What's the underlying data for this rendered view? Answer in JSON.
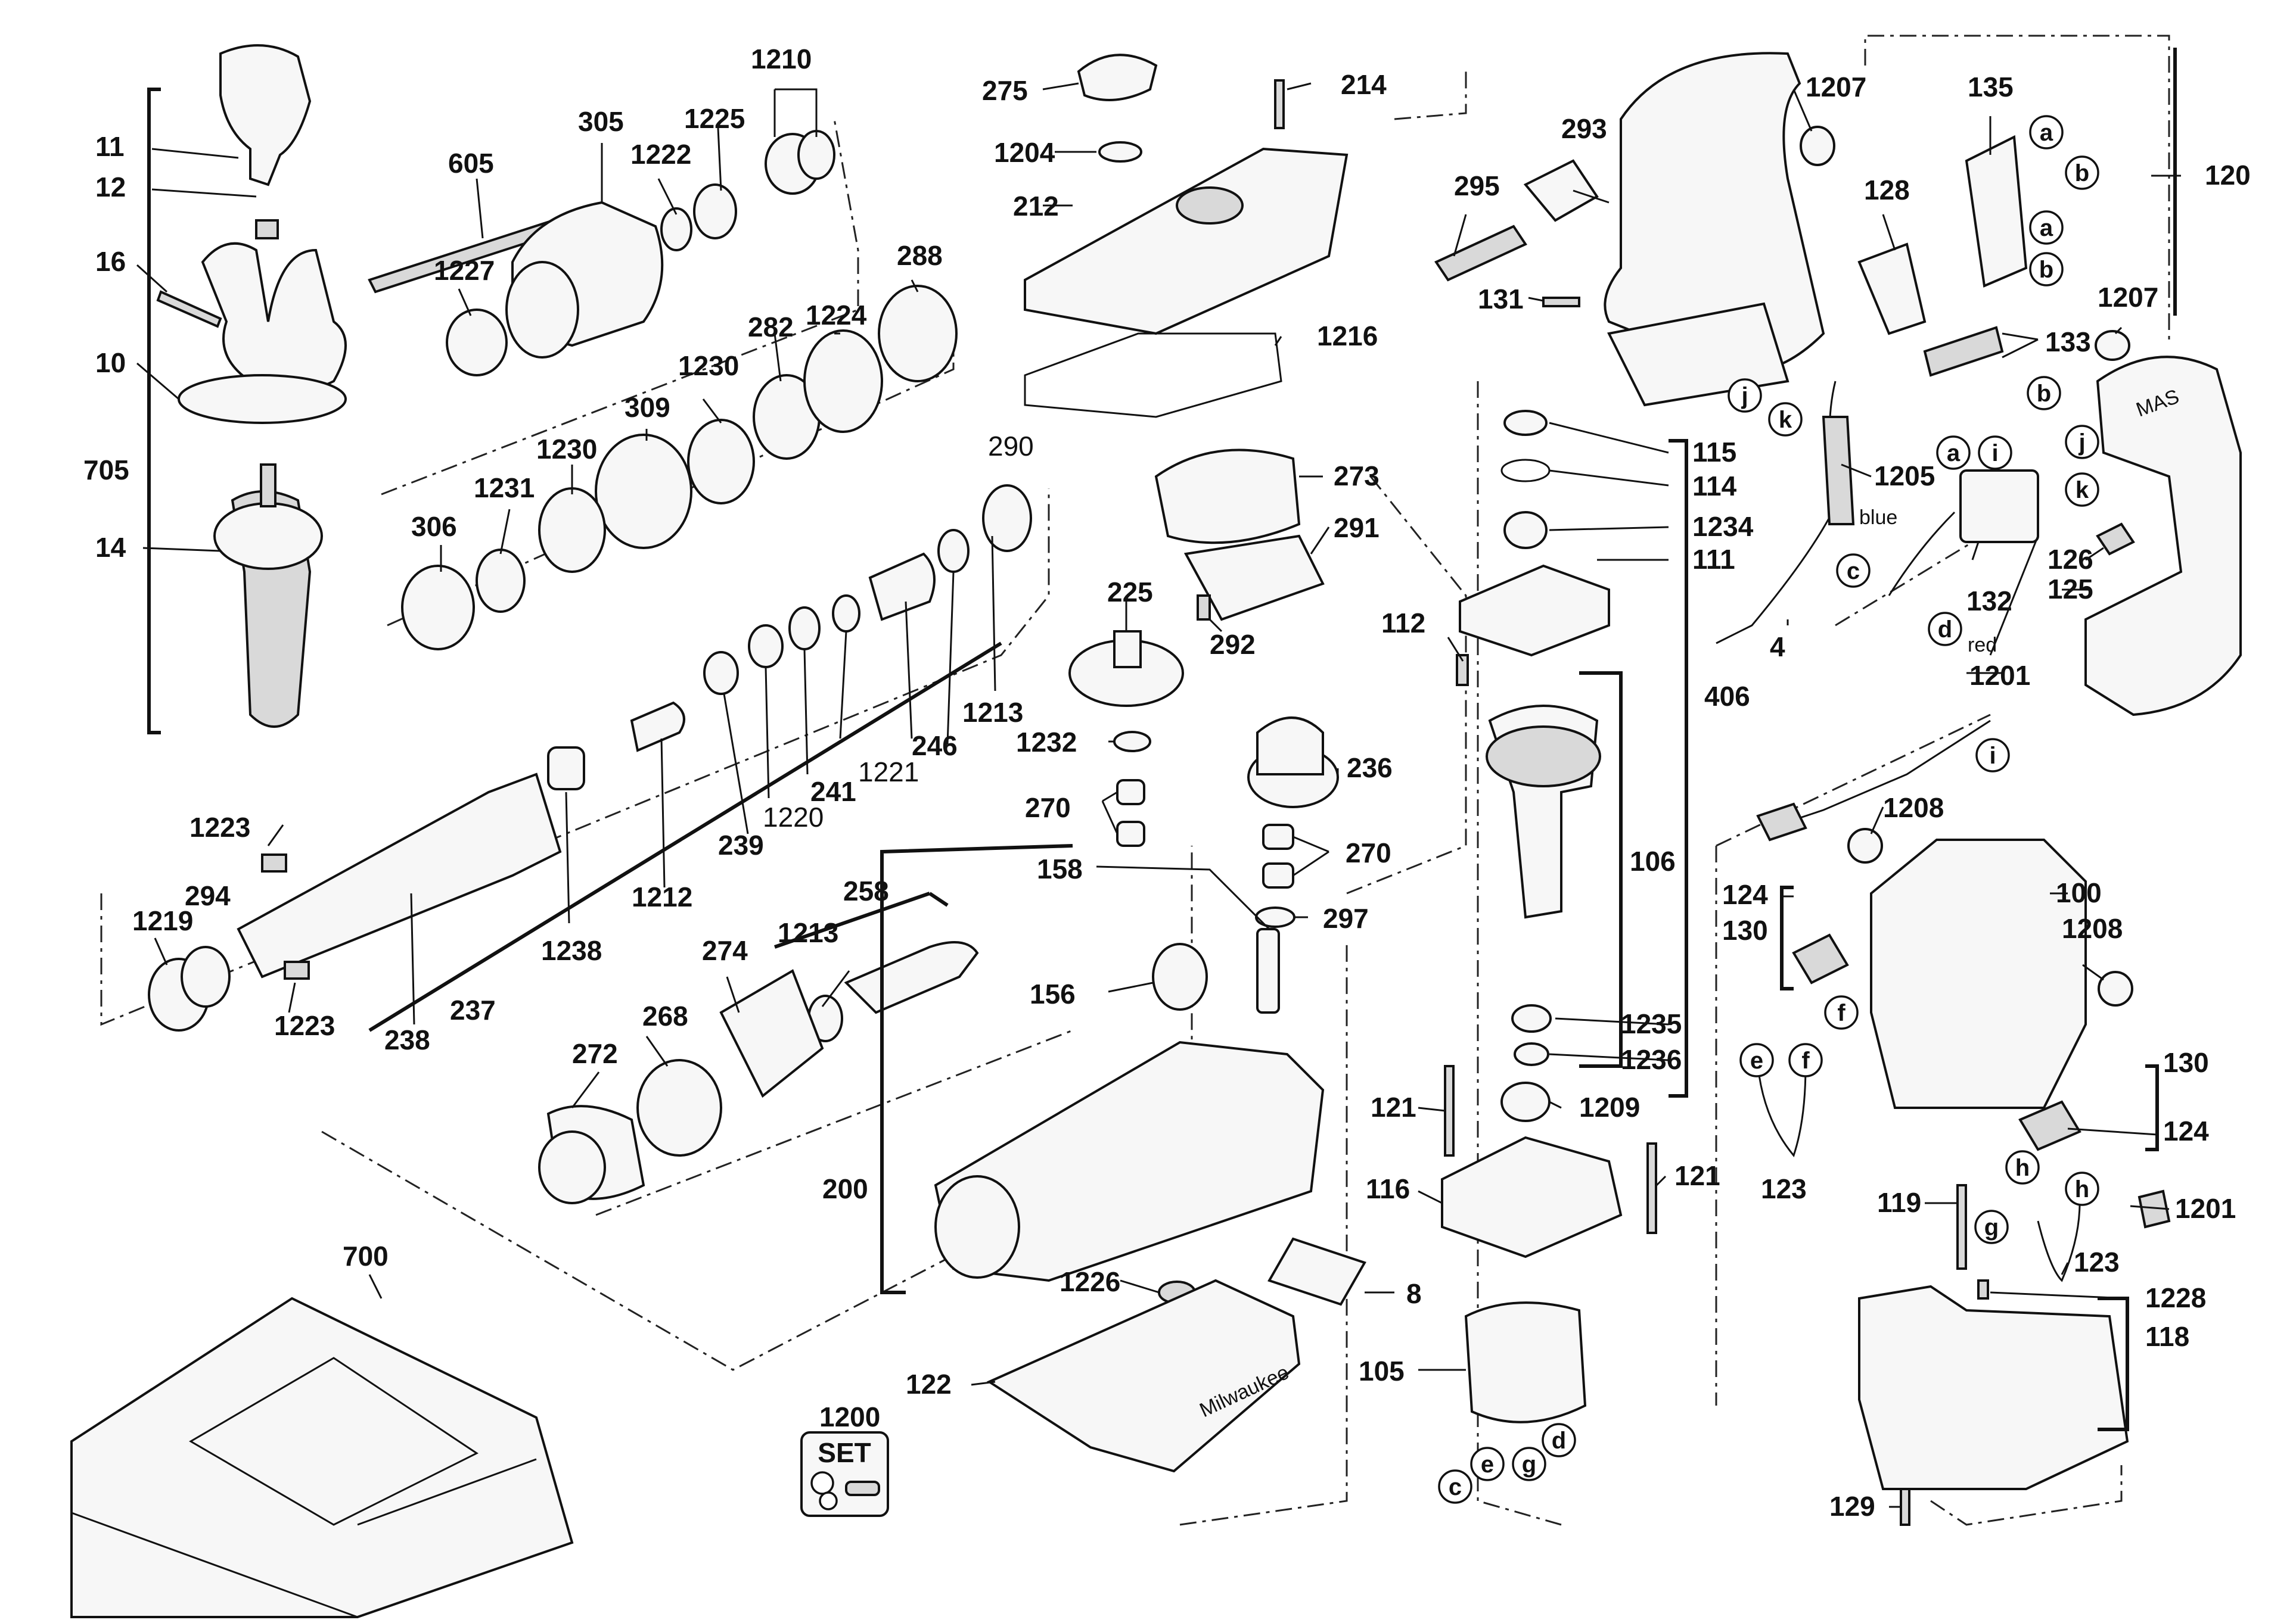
{
  "diagram": {
    "labels": {
      "l11": "11",
      "l12": "12",
      "l16": "16",
      "l10": "10",
      "l705": "705",
      "l14": "14",
      "l605": "605",
      "l305": "305",
      "l1227": "1227",
      "l1222": "1222",
      "l1225": "1225",
      "l1210": "1210",
      "l288": "288",
      "l282": "282",
      "l1224": "1224",
      "l1230a": "1230",
      "l309": "309",
      "l1230b": "1230",
      "l1231": "1231",
      "l306": "306",
      "l290": "290",
      "l1213a": "1213",
      "l246": "246",
      "l1221": "1221",
      "l241": "241",
      "l1220": "1220",
      "l239": "239",
      "l1212": "1212",
      "l1238": "1238",
      "l237": "237",
      "l238": "238",
      "l1223a": "1223",
      "l1223b": "1223",
      "l1219": "1219",
      "l294": "294",
      "l258": "258",
      "l1213b": "1213",
      "l274": "274",
      "l268": "268",
      "l272": "272",
      "l275": "275",
      "l214": "214",
      "l1204": "1204",
      "l212": "212",
      "l1216": "1216",
      "l273": "273",
      "l291": "291",
      "l292": "292",
      "l225": "225",
      "l236": "236",
      "l1232": "1232",
      "l270a": "270",
      "l270b": "270",
      "l158": "158",
      "l297": "297",
      "l156": "156",
      "l200": "200",
      "l1226": "1226",
      "l122": "122",
      "l8": "8",
      "l1200": "1200",
      "l700": "700",
      "l293": "293",
      "l295": "295",
      "l131": "131",
      "l1207a": "1207",
      "l135": "135",
      "l128": "128",
      "l120": "120",
      "l133": "133",
      "l1207b": "1207",
      "l115": "115",
      "l114": "114",
      "l1234": "1234",
      "l111": "111",
      "l112": "112",
      "l406": "406",
      "l106": "106",
      "l1235": "1235",
      "l1236": "1236",
      "l1209": "1209",
      "l121a": "121",
      "l121b": "121",
      "l116": "116",
      "l105": "105",
      "l1205": "1205",
      "l4": "4",
      "l132": "132",
      "l126": "126",
      "l125": "125",
      "l1201a": "1201",
      "l1208a": "1208",
      "l100": "100",
      "l1208b": "1208",
      "l124a": "124",
      "l130a": "130",
      "l130b": "130",
      "l124b": "124",
      "l123a": "123",
      "l119": "119",
      "l1201b": "1201",
      "l123b": "123",
      "l1228": "1228",
      "l118": "118",
      "l129": "129"
    },
    "wire_labels": {
      "blue": "blue",
      "red": "red"
    },
    "connectors": {
      "a1": "a",
      "b1": "b",
      "a2": "a",
      "b2": "b",
      "b3": "b",
      "a3": "a",
      "i1": "i",
      "j1": "j",
      "k1": "k",
      "j2": "j",
      "k2": "k",
      "c1": "c",
      "d1": "d",
      "i2": "i",
      "f1": "f",
      "e1": "e",
      "f2": "f",
      "h1": "h",
      "h2": "h",
      "g1": "g",
      "c2": "c",
      "e2": "e",
      "g2": "g",
      "d2": "d"
    },
    "set_badge": "SET",
    "brand_marks": {
      "housing_logo": "Milwaukee",
      "handle_logo": "MAS"
    }
  }
}
